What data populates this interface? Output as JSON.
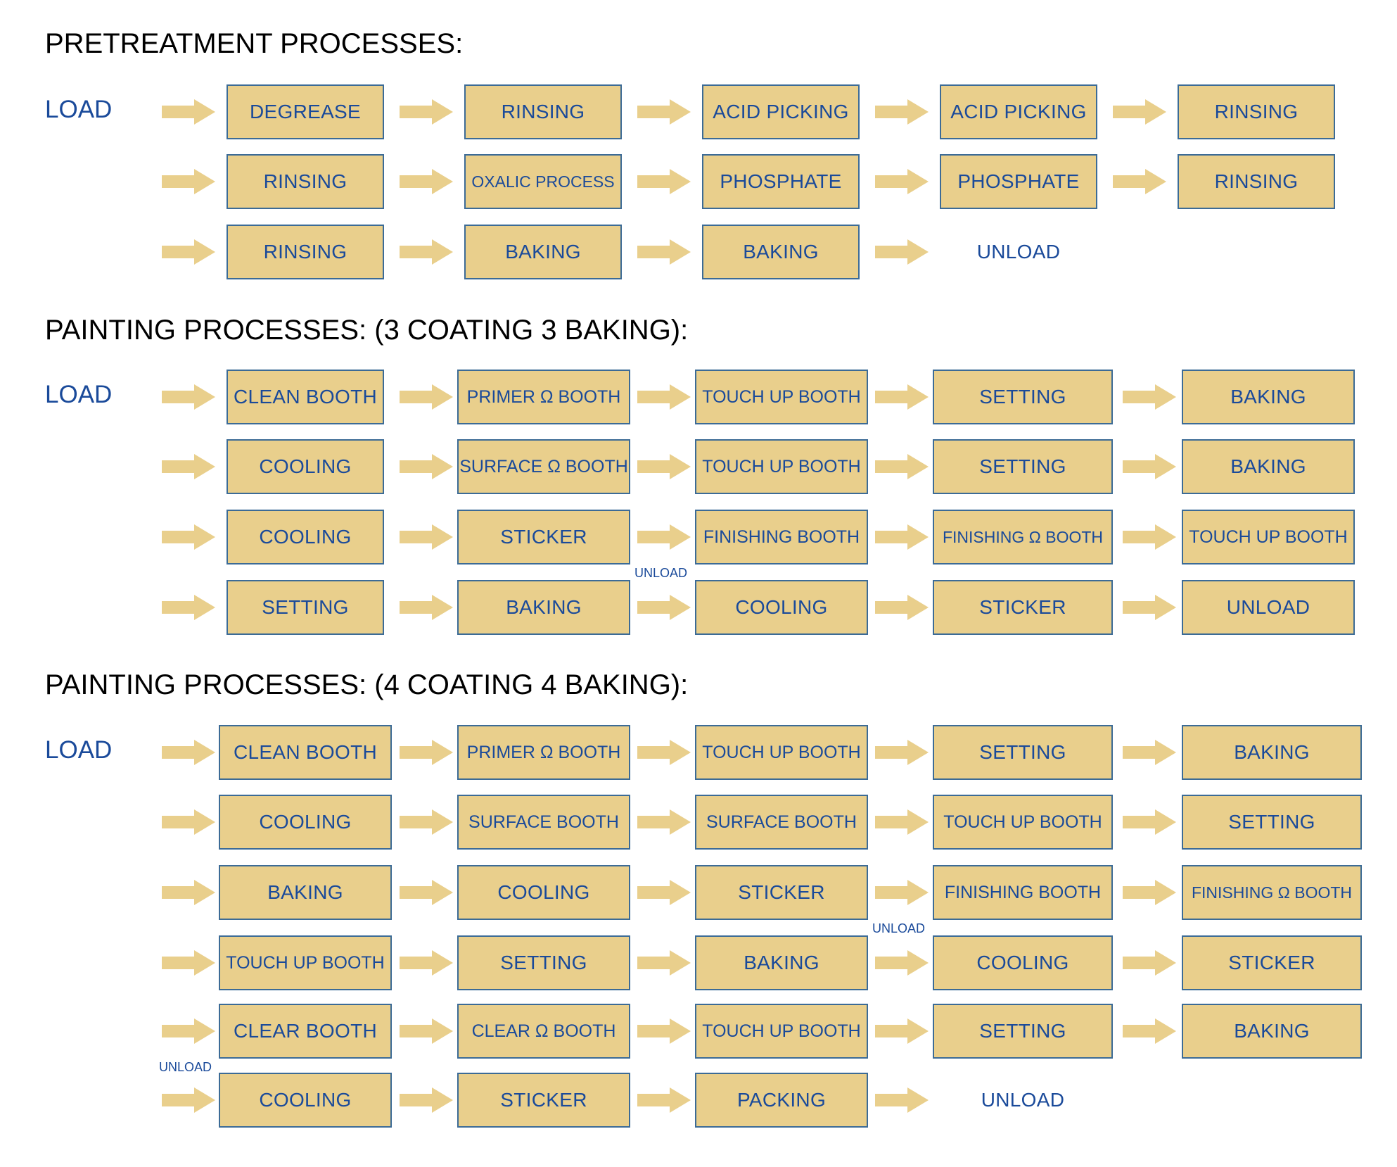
{
  "colors": {
    "box_fill": "#e9cf8c",
    "box_border": "#3c6b96",
    "text": "#1a4a9a",
    "arrow": "#e9cf8c",
    "title": "#000000"
  },
  "sections": [
    {
      "title": "PRETREATMENT PROCESSES:",
      "start": "LOAD",
      "rows": [
        [
          "DEGREASE",
          "RINSING",
          "ACID PICKING",
          "ACID PICKING",
          "RINSING"
        ],
        [
          "RINSING",
          "OXALIC PROCESS",
          "PHOSPHATE",
          "PHOSPHATE",
          "RINSING"
        ],
        [
          "RINSING",
          "BAKING",
          "BAKING",
          "UNLOAD"
        ]
      ],
      "unload_notes": []
    },
    {
      "title": "PAINTING PROCESSES: (3 COATING 3 BAKING):",
      "start": "LOAD",
      "rows": [
        [
          "CLEAN BOOTH",
          "PRIMER Ω BOOTH",
          "TOUCH UP BOOTH",
          "SETTING",
          "BAKING"
        ],
        [
          "COOLING",
          "SURFACE Ω BOOTH",
          "TOUCH UP BOOTH",
          "SETTING",
          "BAKING"
        ],
        [
          "COOLING",
          "STICKER",
          "FINISHING BOOTH",
          "FINISHING Ω BOOTH",
          "TOUCH UP BOOTH"
        ],
        [
          "SETTING",
          "BAKING",
          "COOLING",
          "STICKER",
          "UNLOAD"
        ]
      ],
      "unload_notes": [
        {
          "row": 2,
          "after": 1,
          "text": "UNLOAD"
        }
      ]
    },
    {
      "title": "PAINTING PROCESSES: (4 COATING 4 BAKING):",
      "start": "LOAD",
      "rows": [
        [
          "CLEAN BOOTH",
          "PRIMER Ω BOOTH",
          "TOUCH UP BOOTH",
          "SETTING",
          "BAKING"
        ],
        [
          "COOLING",
          "SURFACE BOOTH",
          "SURFACE BOOTH",
          "TOUCH UP BOOTH",
          "SETTING"
        ],
        [
          "BAKING",
          "COOLING",
          "STICKER",
          "FINISHING BOOTH",
          "FINISHING Ω BOOTH"
        ],
        [
          "TOUCH UP BOOTH",
          "SETTING",
          "BAKING",
          "COOLING",
          "STICKER"
        ],
        [
          "CLEAR BOOTH",
          "CLEAR Ω BOOTH",
          "TOUCH UP BOOTH",
          "SETTING",
          "BAKING"
        ],
        [
          "COOLING",
          "STICKER",
          "PACKING",
          "UNLOAD"
        ]
      ],
      "unload_notes": [
        {
          "row": 2,
          "after": 2,
          "text": "UNLOAD"
        },
        {
          "row": 4,
          "after": -1,
          "text": "UNLOAD"
        }
      ]
    }
  ]
}
